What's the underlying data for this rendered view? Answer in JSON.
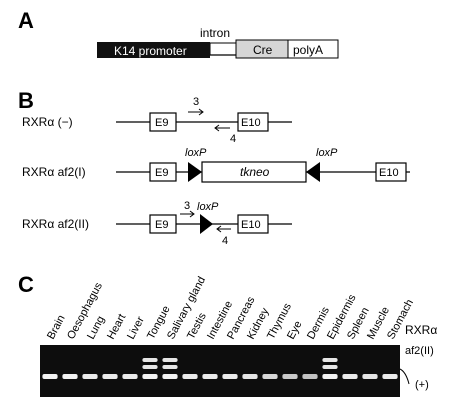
{
  "panels": {
    "a": "A",
    "b": "B",
    "c": "C"
  },
  "panel_a": {
    "intron": "intron",
    "promoter": "K14 promoter",
    "cre": "Cre",
    "polya": "polyA"
  },
  "panel_b": {
    "allele1": {
      "name": "RXRα (−)",
      "exon_left": "E9",
      "exon_right": "E10",
      "primer_fwd": "3",
      "primer_rev": "4"
    },
    "allele2": {
      "name": "RXRα af2(I)",
      "exon_left": "E9",
      "exon_right": "E10",
      "loxp_left": "loxP",
      "loxp_right": "loxP",
      "cassette": "tkneo"
    },
    "allele3": {
      "name": "RXRα af2(II)",
      "exon_left": "E9",
      "exon_right": "E10",
      "primer_fwd": "3",
      "primer_rev": "4",
      "loxp": "loxP"
    }
  },
  "panel_c": {
    "lanes": [
      "Brain",
      "Oesophagus",
      "Lung",
      "Heart",
      "Liver",
      "Tongue",
      "Salivary gland",
      "Testis",
      "Intestine",
      "Pancreas",
      "Kidney",
      "Thymus",
      "Eye",
      "Dermis",
      "Epidermis",
      "Spleen",
      "Muscle",
      "Stomach"
    ],
    "upper_band_present": [
      false,
      false,
      false,
      false,
      false,
      true,
      true,
      false,
      false,
      false,
      false,
      false,
      false,
      false,
      true,
      false,
      false,
      false
    ],
    "lower_band_intensity": [
      0.9,
      0.9,
      0.85,
      0.85,
      0.85,
      0.9,
      0.9,
      0.85,
      0.85,
      0.85,
      0.8,
      0.7,
      0.6,
      0.55,
      0.9,
      0.85,
      0.8,
      0.85
    ],
    "gene": "RXRα",
    "band_upper": "af2(II)",
    "band_lower": "(+)"
  }
}
